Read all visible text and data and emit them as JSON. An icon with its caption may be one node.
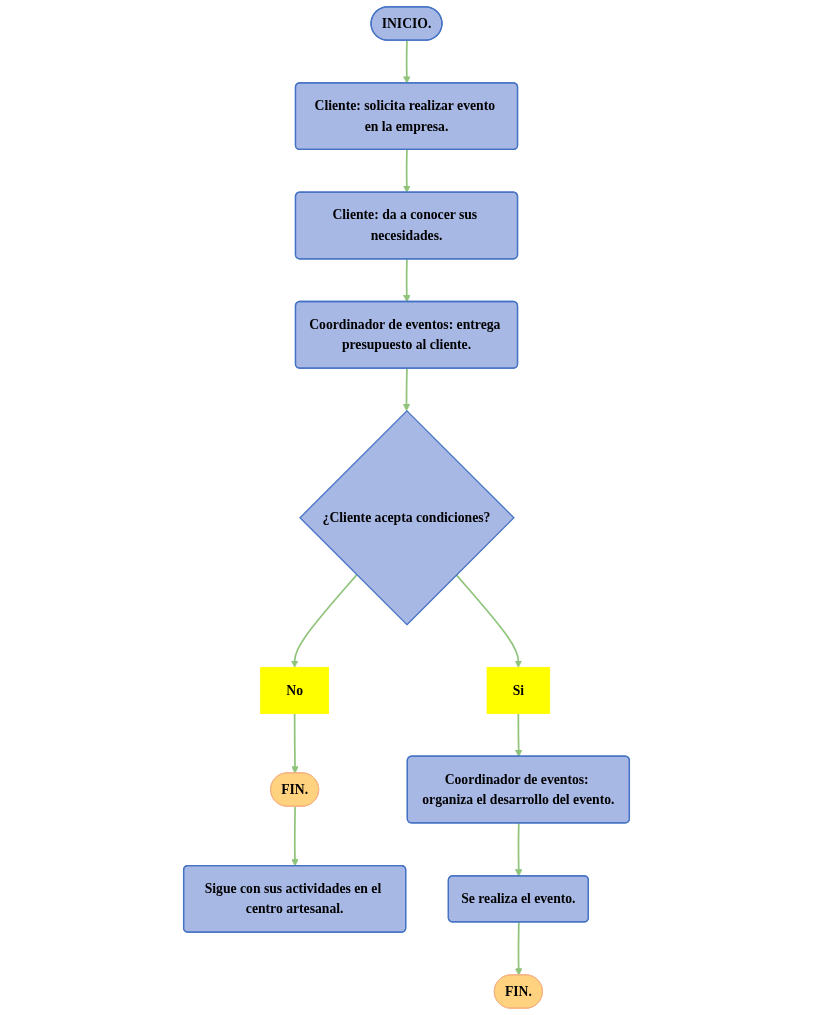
{
  "diagram": {
    "nodes": [
      {
        "text": [
          "INICIO."
        ]
      },
      {
        "text": [
          "Cliente: solicita realizar evento en la empresa."
        ]
      },
      {
        "text": [
          "Cliente: da a conocer sus necesidades."
        ]
      },
      {
        "text": [
          "Coordinador de eventos: entrega presupuesto al cliente."
        ]
      },
      {
        "text": [
          "¿Cliente acepta condiciones?"
        ]
      },
      {
        "text": [
          "No"
        ]
      },
      {
        "text": [
          "FIN."
        ]
      },
      {
        "text": [
          "Sigue con sus actividades en el centro artesanal."
        ]
      },
      {
        "text": [
          "Si"
        ]
      },
      {
        "text": [
          "Coordinador de eventos: organiza el desarrollo del evento."
        ]
      },
      {
        "text": [
          "Se realiza el evento."
        ]
      },
      {
        "text": [
          "FIN."
        ]
      }
    ],
    "edges": [
      {
        "from": 0,
        "to": 1,
        "arrow": "to"
      },
      {
        "from": 1,
        "to": 2,
        "arrow": "to"
      },
      {
        "from": 2,
        "to": 3,
        "arrow": "to"
      },
      {
        "from": 3,
        "to": 4,
        "arrow": "to"
      },
      {
        "from": 4,
        "to": 5,
        "arrow": "to"
      },
      {
        "from": 5,
        "to": 6,
        "arrow": "to"
      },
      {
        "from": 6,
        "to": 7,
        "arrow": "to"
      },
      {
        "from": 4,
        "to": 8,
        "arrow": "to"
      },
      {
        "from": 8,
        "to": 9,
        "arrow": "to"
      },
      {
        "from": 9,
        "to": 10,
        "arrow": "to"
      },
      {
        "from": 10,
        "to": 11,
        "arrow": "to"
      }
    ]
  }
}
